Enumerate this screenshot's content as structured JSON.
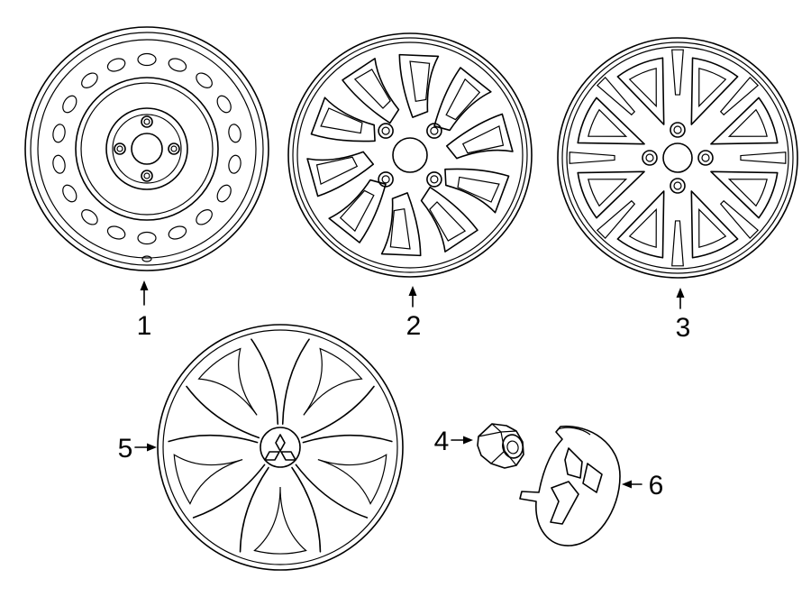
{
  "parts": [
    {
      "callout": "1"
    },
    {
      "callout": "2"
    },
    {
      "callout": "3"
    },
    {
      "callout": "4"
    },
    {
      "callout": "5"
    },
    {
      "callout": "6"
    }
  ]
}
